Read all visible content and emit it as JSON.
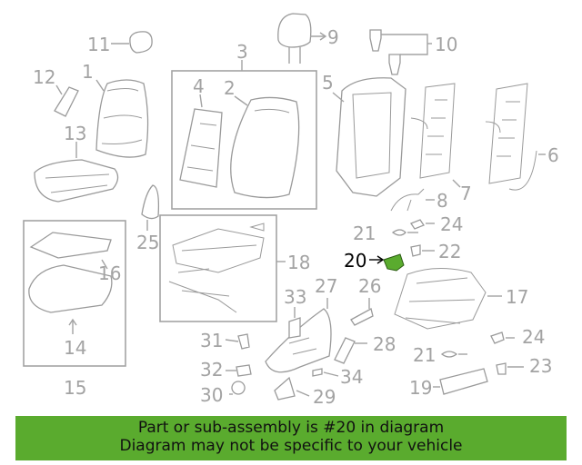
{
  "diagram": {
    "highlight_color": "#5aab2e",
    "highlighted_part": "20",
    "callouts": {
      "c1": "1",
      "c2": "2",
      "c3": "3",
      "c4": "4",
      "c5": "5",
      "c6": "6",
      "c7": "7",
      "c8": "8",
      "c9": "9",
      "c10": "10",
      "c11": "11",
      "c12": "12",
      "c13": "13",
      "c14": "14",
      "c15": "15",
      "c16": "16",
      "c17": "17",
      "c18": "18",
      "c19": "19",
      "c20": "20",
      "c21a": "21",
      "c21b": "21",
      "c22": "22",
      "c23": "23",
      "c24a": "24",
      "c24b": "24",
      "c25": "25",
      "c26": "26",
      "c27": "27",
      "c28": "28",
      "c29": "29",
      "c30": "30",
      "c31": "31",
      "c32": "32",
      "c33": "33",
      "c34": "34"
    }
  },
  "banner": {
    "background": "#5aab2e",
    "line1": "Part or sub-assembly is #20 in diagram",
    "line2": "Diagram may not be specific to your vehicle"
  }
}
